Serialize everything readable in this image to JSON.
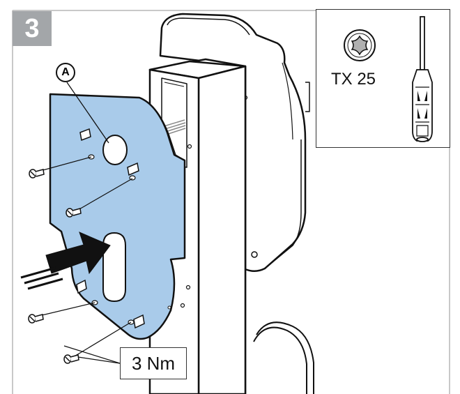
{
  "step": {
    "number": "3",
    "color": "#a3a6a9"
  },
  "callout": {
    "label": "A"
  },
  "tool": {
    "bit_label": "TX 25",
    "icons": [
      "torx-bit-icon",
      "screwdriver-icon"
    ]
  },
  "torque": {
    "label": "3 Nm"
  },
  "colors": {
    "plate": "#a9cbea",
    "outline": "#111111"
  }
}
